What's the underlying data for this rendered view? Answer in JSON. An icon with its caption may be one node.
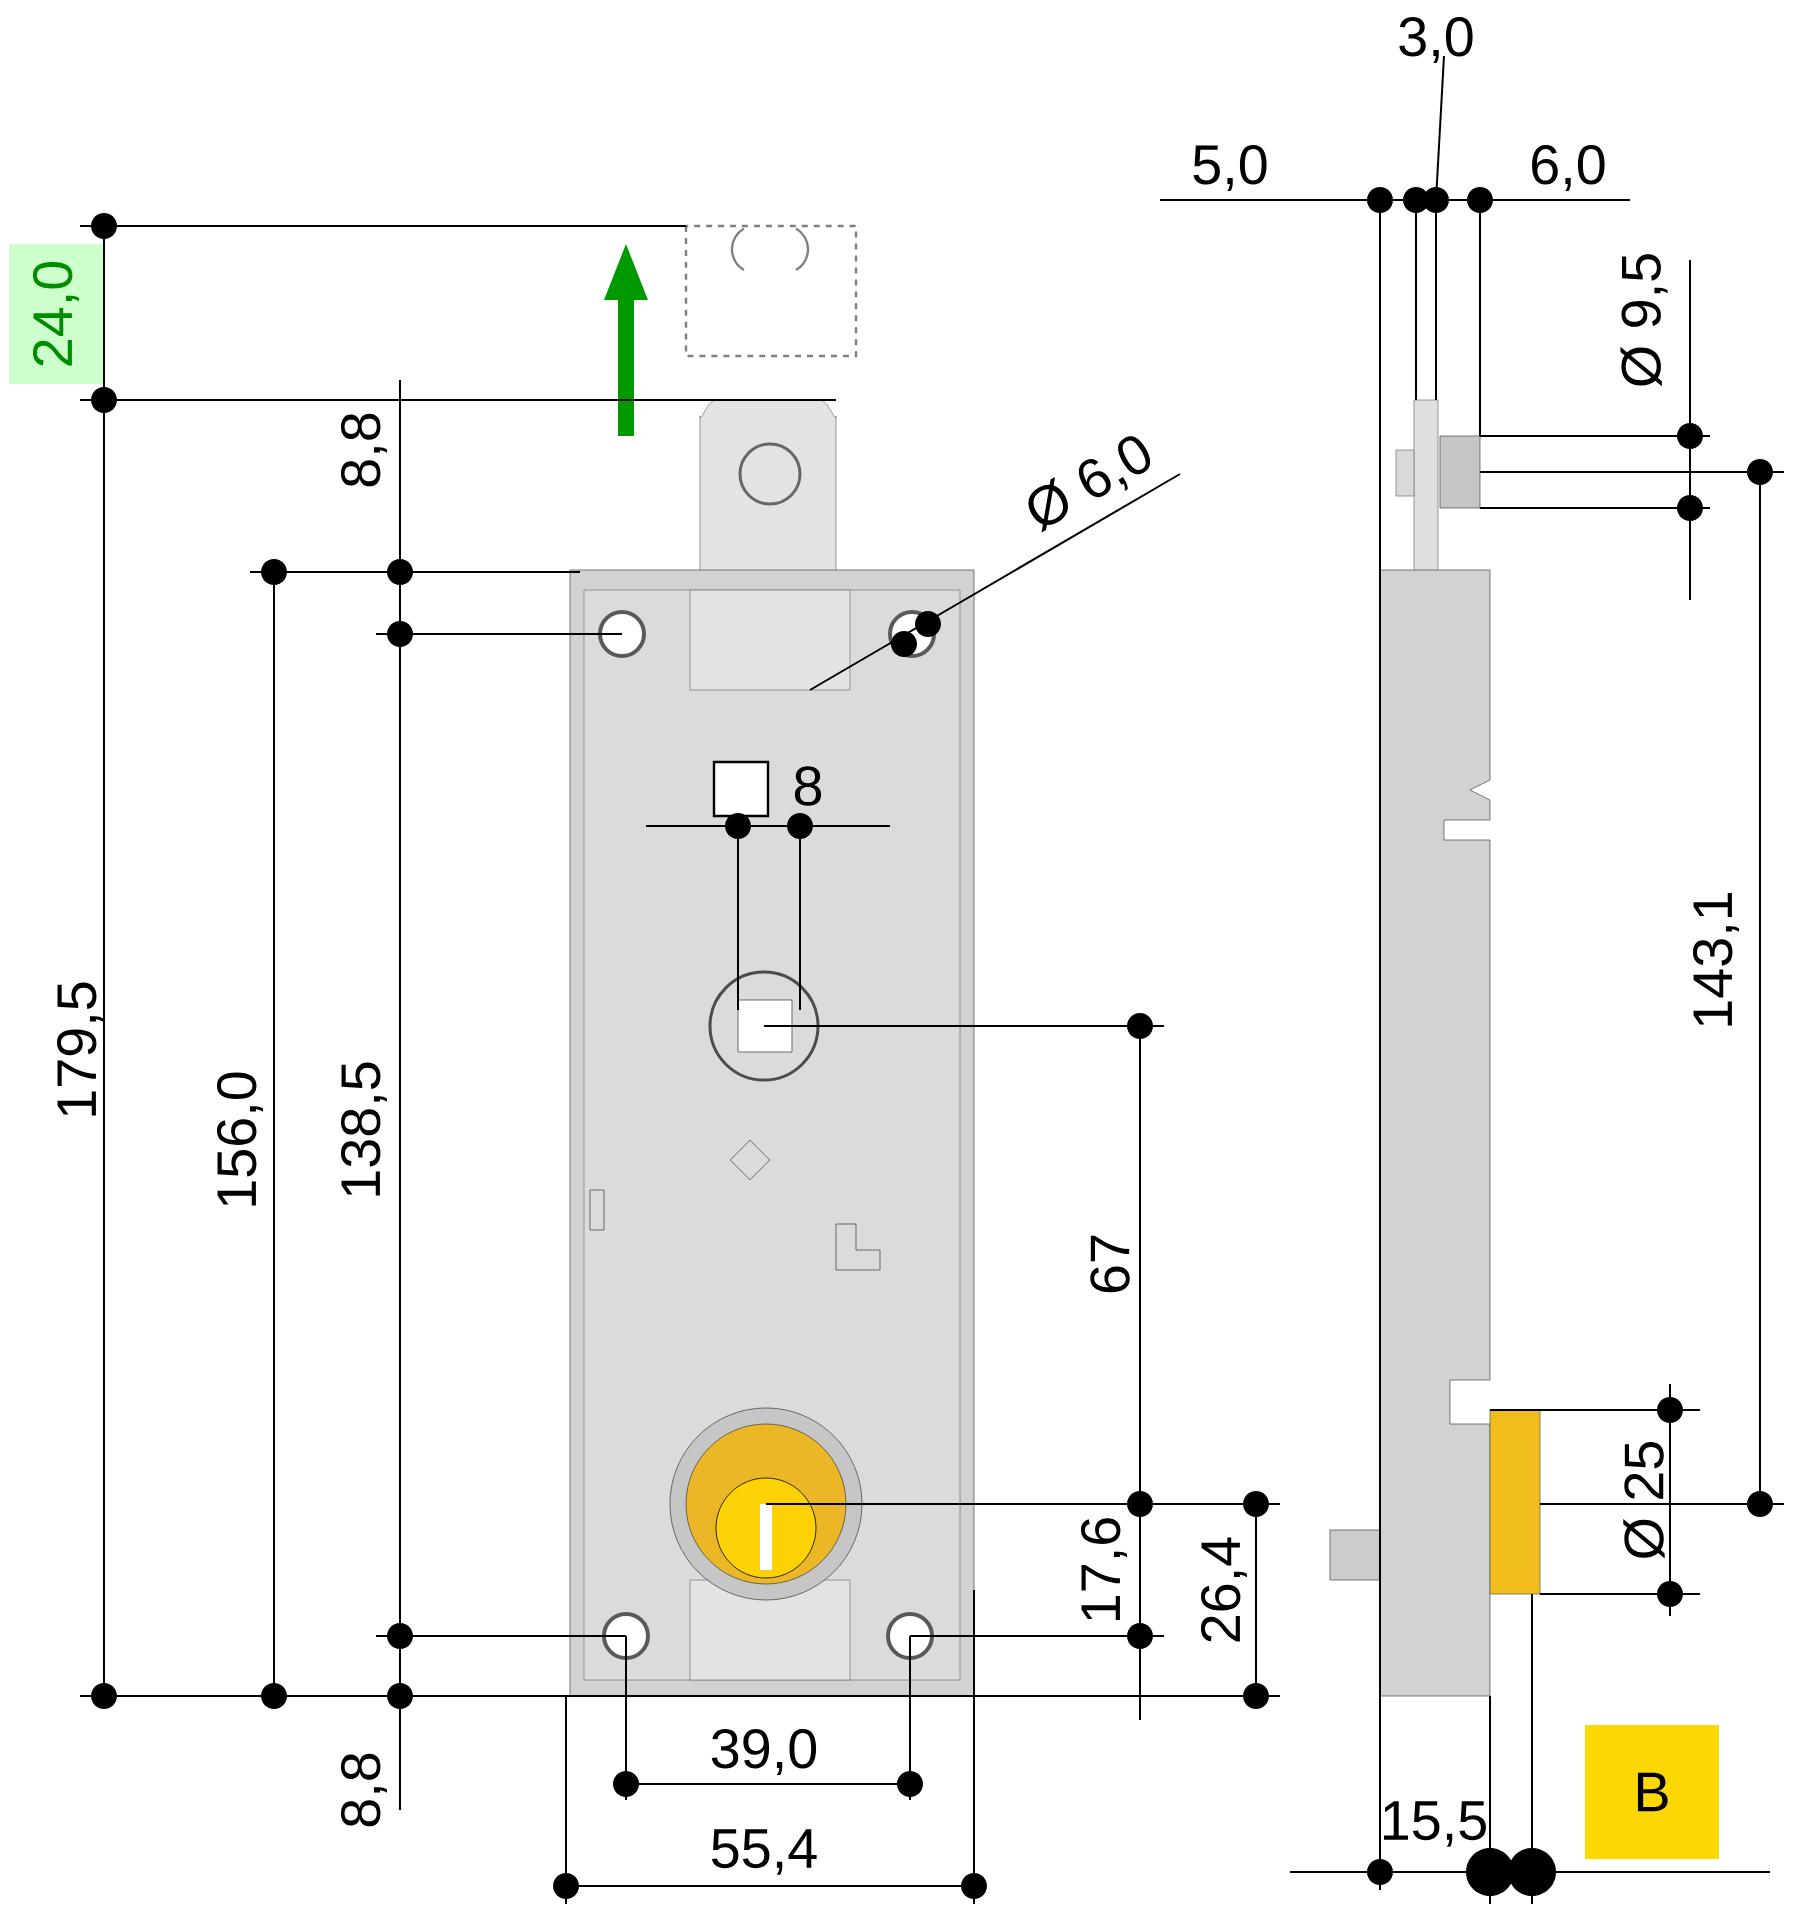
{
  "diagram": {
    "nodes": [
      {
        "text": [
          "24,0"
        ]
      },
      {
        "text": [
          "B"
        ]
      }
    ],
    "labels": [
      "3,0",
      "5,0",
      "6,0",
      "Ø 9,5",
      "8,8",
      "Ø 6,0",
      "8",
      "179,5",
      "156,0",
      "138,5",
      "67",
      "143,1",
      "Ø 25",
      "17,6",
      "26,4",
      "8,8",
      "39,0",
      "55,4",
      "15,5"
    ]
  }
}
